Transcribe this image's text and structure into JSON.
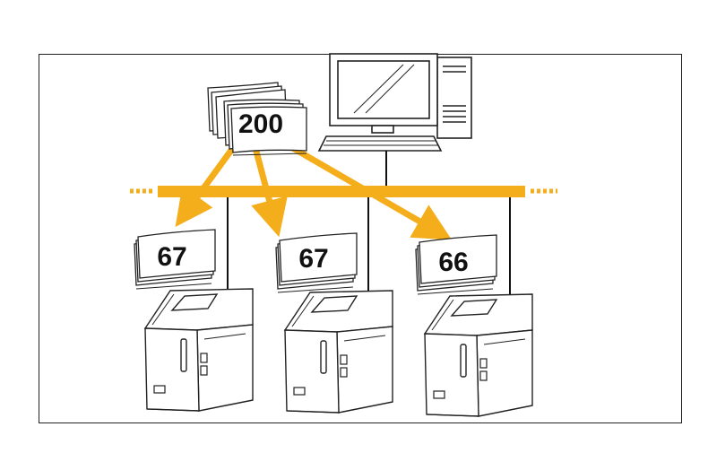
{
  "diagram": {
    "source_stack": {
      "count": "200"
    },
    "printers": [
      {
        "count": "67"
      },
      {
        "count": "67"
      },
      {
        "count": "66"
      }
    ],
    "colors": {
      "network_line": "#f5ae1b",
      "outline": "#222222",
      "paper": "#ffffff",
      "device_fill": "#ffffff"
    },
    "icons": [
      "computer-icon",
      "paper-stack-icon",
      "label-printer-icon"
    ]
  }
}
